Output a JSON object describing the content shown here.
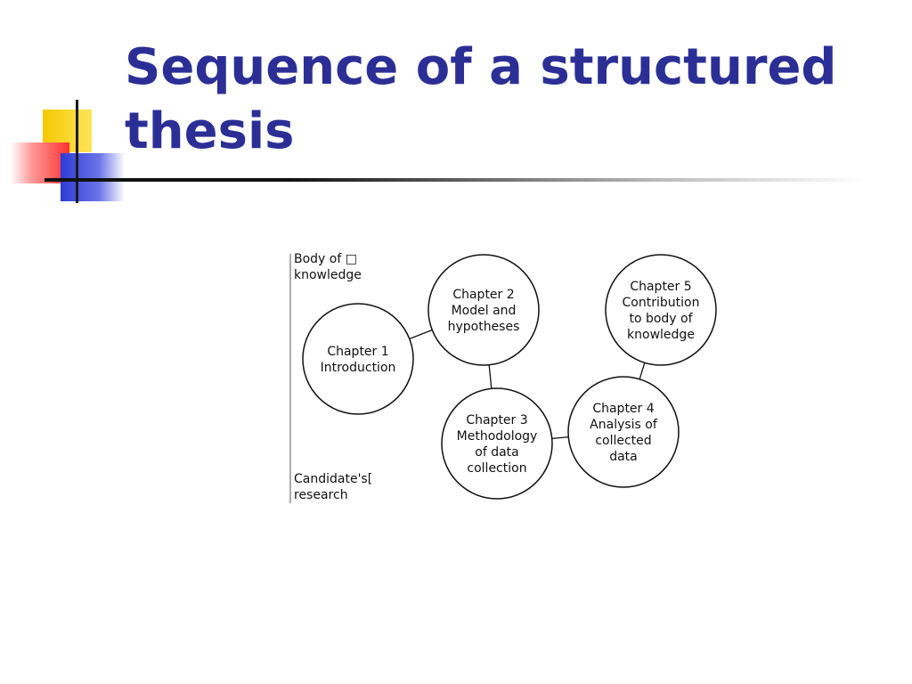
{
  "title": "Sequence of a structured thesis",
  "diagram": {
    "axis_label_top": [
      "Body of □",
      "knowledge"
    ],
    "axis_label_bottom": [
      "Candidate's[",
      "research"
    ],
    "chapters": [
      {
        "id": "ch1",
        "lines": [
          "Chapter 1",
          "Introduction"
        ]
      },
      {
        "id": "ch2",
        "lines": [
          "Chapter 2",
          "Model and",
          "hypotheses"
        ]
      },
      {
        "id": "ch3",
        "lines": [
          "Chapter 3",
          "Methodology",
          "of data",
          "collection"
        ]
      },
      {
        "id": "ch4",
        "lines": [
          "Chapter 4",
          "Analysis of",
          "collected",
          "data"
        ]
      },
      {
        "id": "ch5",
        "lines": [
          "Chapter 5",
          "Contribution",
          "to body of",
          "knowledge"
        ]
      }
    ],
    "connections": [
      [
        "ch1",
        "ch2"
      ],
      [
        "ch2",
        "ch3"
      ],
      [
        "ch3",
        "ch4"
      ],
      [
        "ch4",
        "ch5"
      ]
    ]
  }
}
